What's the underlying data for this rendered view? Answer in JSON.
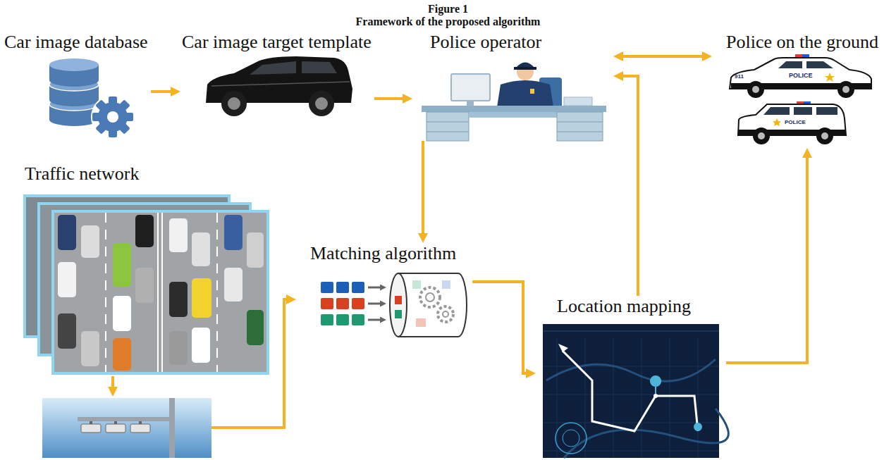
{
  "diagram": {
    "title": "Figure 1",
    "caption": "Framework of the proposed algorithm",
    "nodes": [
      {
        "text": [
          "Car image database"
        ]
      },
      {
        "text": [
          "Car image target template"
        ]
      },
      {
        "text": [
          "Police operator"
        ]
      },
      {
        "text": [
          "Police on the ground"
        ]
      },
      {
        "text": [
          "Traffic network"
        ]
      },
      {
        "text": [
          "Matching algorithm"
        ]
      },
      {
        "text": [
          "Location mapping"
        ]
      }
    ],
    "edges": [
      {
        "from": 0,
        "to": 1,
        "arrow": "to"
      },
      {
        "from": 1,
        "to": 2,
        "arrow": "to"
      },
      {
        "from": 2,
        "to": 3,
        "arrow": "both"
      },
      {
        "from": 2,
        "to": 5,
        "arrow": "to"
      },
      {
        "from": 4,
        "to": 5,
        "arrow": "to"
      },
      {
        "from": 5,
        "to": 6,
        "arrow": "to"
      },
      {
        "from": 6,
        "to": 2,
        "arrow": "to"
      },
      {
        "from": 6,
        "to": 3,
        "arrow": "to"
      }
    ],
    "labels": [
      "911",
      "POLICE",
      "POLICE"
    ]
  }
}
